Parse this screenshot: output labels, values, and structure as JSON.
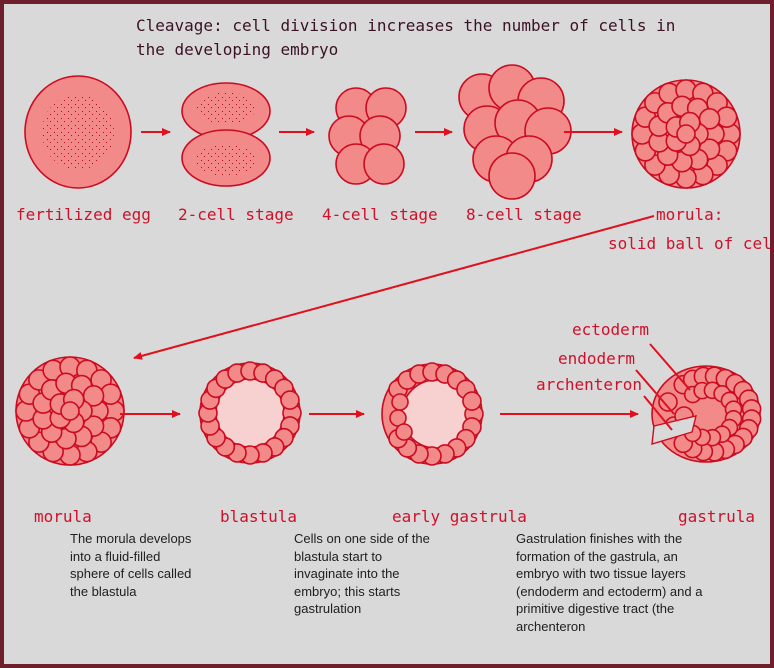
{
  "title": {
    "line1": "Cleavage: cell division increases the number of cells in",
    "line2": "the developing embryo"
  },
  "stages_top": [
    {
      "label": "fertilized egg"
    },
    {
      "label": "2-cell stage"
    },
    {
      "label": "4-cell stage"
    },
    {
      "label": "8-cell stage"
    },
    {
      "label_line1": "morula:",
      "label_line2": "solid ball of cells"
    }
  ],
  "stages_bottom": [
    {
      "label": "morula"
    },
    {
      "label": "blastula"
    },
    {
      "label": "early gastrula"
    },
    {
      "label": "gastrula"
    }
  ],
  "layer_labels": {
    "ectoderm": "ectoderm",
    "endoderm": "endoderm",
    "archenteron": "archenteron"
  },
  "descriptions": {
    "blastula": [
      "The morula develops",
      "into a fluid-filled",
      "sphere of cells called",
      "the blastula"
    ],
    "early_gastrula": [
      "Cells on one side of the",
      "blastula start to",
      "invaginate into the",
      "embryo; this starts",
      "gastrulation"
    ],
    "gastrula": [
      "Gastrulation finishes with the",
      "formation of the gastrula, an",
      "embryo with two tissue layers",
      "(endoderm and ectoderm) and a",
      "primitive digestive tract (the",
      "archenteron"
    ]
  },
  "colors": {
    "frame": "#6e1f2c",
    "background": "#d9d9d9",
    "cell_fill": "#f38a8a",
    "cell_stroke": "#cc0b20",
    "label_text": "#d0102a",
    "arrow": "#e0101e",
    "blastocoel": "#f7d0d0"
  }
}
